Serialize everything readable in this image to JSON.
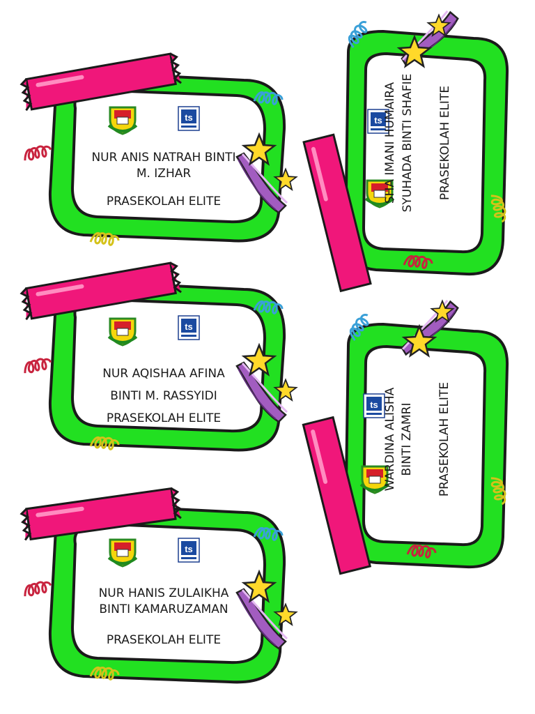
{
  "cards": [
    {
      "name_line1": "NUR ANIS NATRAH BINTI",
      "name_line2": "M. IZHAR",
      "class_label": "PRASEKOLAH ELITE"
    },
    {
      "name_line1": "NUR AQISHAA AFINA",
      "name_line2": "BINTI M. RASSYIDI",
      "class_label": "PRASEKOLAH ELITE"
    },
    {
      "name_line1": "NUR HANIS ZULAIKHA",
      "name_line2": "BINTI KAMARUZAMAN",
      "class_label": "PRASEKOLAH ELITE"
    },
    {
      "name_line1": "SHA IMANI HUMAIRA",
      "name_line2": "SYUHADA BINTI SHAFIE",
      "class_label": "PRASEKOLAH ELITE"
    },
    {
      "name_line1": "WARDINA ALISHA",
      "name_line2": "BINTI ZAMRI",
      "class_label": "PRASEKOLAH ELITE"
    }
  ],
  "colors": {
    "frame_green": "#22e021",
    "tape_pink": "#f0177a",
    "star_yellow": "#ffd92a",
    "swirl_purple": "#9b52b5"
  },
  "icons": [
    "school-crest-icon",
    "ts-logo-icon",
    "star-icon",
    "pink-tape-icon",
    "ribbon-curl-icon"
  ]
}
